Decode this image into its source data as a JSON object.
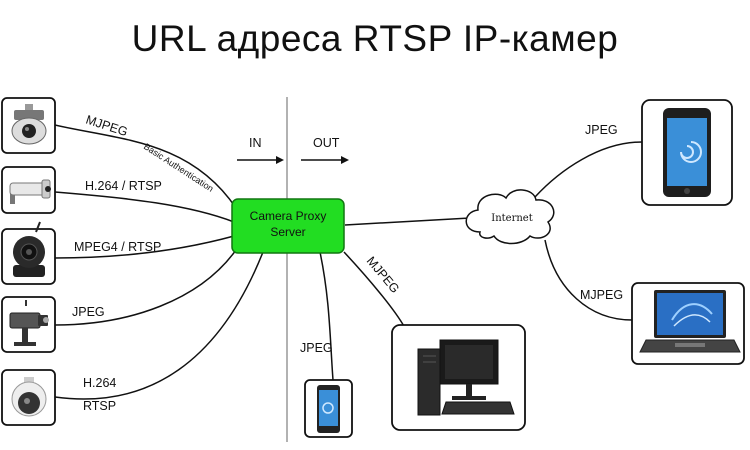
{
  "title": "URL адреса RTSP IP-камер",
  "divider": {
    "in_label": "IN",
    "out_label": "OUT"
  },
  "proxy": {
    "line1": "Camera Proxy",
    "line2": "Server",
    "color": "#22dd22"
  },
  "internet": {
    "label": "Internet"
  },
  "inputs": [
    {
      "label": "MJPEG",
      "sublabel": "Basic Authentication",
      "icon": "dome-camera-icon"
    },
    {
      "label": "H.264 / RTSP",
      "icon": "bullet-camera-icon"
    },
    {
      "label": "MPEG4 / RTSP",
      "icon": "pan-tilt-camera-icon"
    },
    {
      "label": "JPEG",
      "icon": "box-camera-icon"
    },
    {
      "label_line1": "H.264",
      "label_line2": "RTSP",
      "icon": "ptz-dome-camera-icon"
    }
  ],
  "outputs": {
    "local_phone": {
      "label": "JPEG",
      "icon": "smartphone-icon"
    },
    "desktop": {
      "label": "MJPEG",
      "icon": "desktop-computer-icon"
    },
    "remote_phone": {
      "label": "JPEG",
      "icon": "smartphone-icon"
    },
    "laptop": {
      "label": "MJPEG",
      "icon": "laptop-icon"
    }
  }
}
